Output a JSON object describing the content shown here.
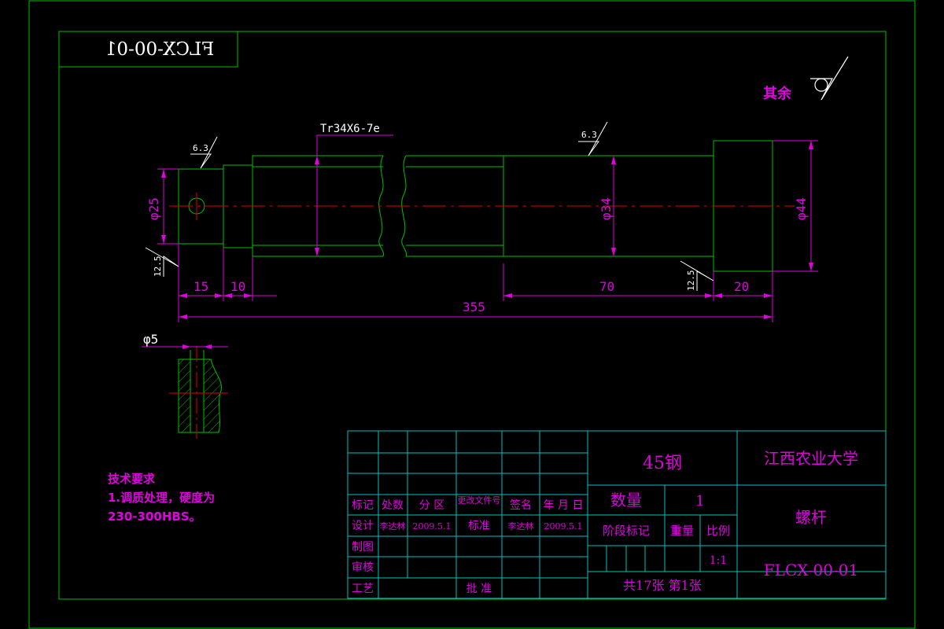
{
  "drawing_number_mirrored": "FLCX-00-01",
  "roughness_rest": {
    "label": "其余"
  },
  "thread_spec": "Tr34X6-7e",
  "roughness": {
    "r1": "6.3",
    "r2": "6.3",
    "r3": "12.5",
    "r4": "12.5"
  },
  "diameters": {
    "d25": "φ25",
    "d34": "φ34",
    "d44": "φ44",
    "d5": "φ5"
  },
  "lengths": {
    "l15": "15",
    "l10": "10",
    "l70": "70",
    "l20": "20",
    "l355": "355"
  },
  "tech_requirements": {
    "title": "技术要求",
    "line1": "1.调质处理，硬度为",
    "line2": "230-300HBS。"
  },
  "title_block": {
    "material": "45钢",
    "university": "江西农业大学",
    "quantity_label": "数量",
    "quantity_value": "1",
    "part_name": "螺杆",
    "stage_label": "阶段标记",
    "weight_label": "重量",
    "scale_label": "比例",
    "scale_value": "1:1",
    "drawing_number": "FLCX-00-01",
    "sheets": "共17张  第1张",
    "rev_headers": [
      "标记",
      "处数",
      "分 区",
      "更改文件号",
      "签名",
      "年 月 日"
    ],
    "design_label": "设计",
    "designer": "李达林",
    "design_date": "2009.5.1",
    "standard_label": "标准",
    "standard_person": "李达林",
    "standard_date": "2009.5.1",
    "draw_label": "制图",
    "check_label": "审核",
    "process_label": "工艺",
    "approve_label": "批 准"
  }
}
